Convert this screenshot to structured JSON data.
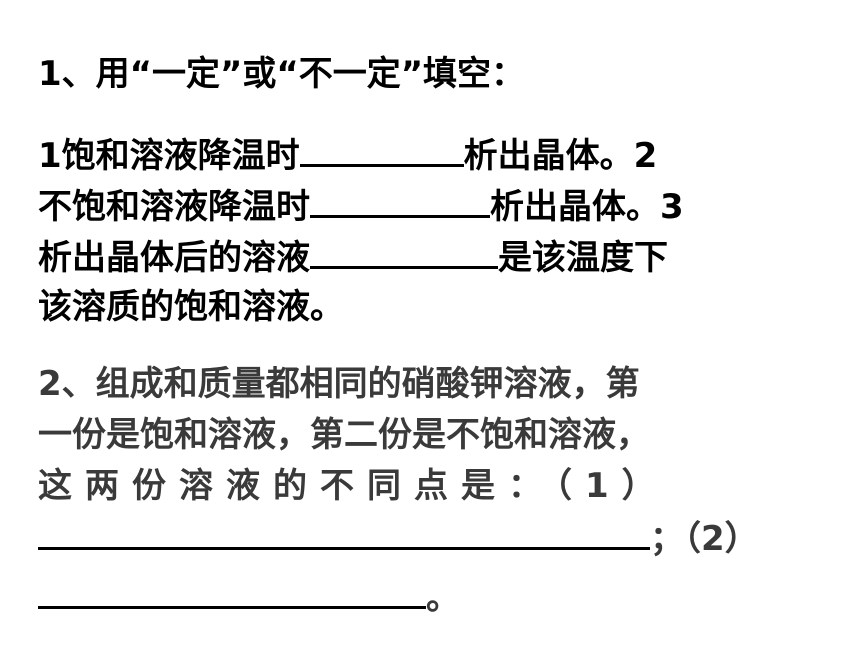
{
  "q1": {
    "heading": "1、用“一定”或“不一定”填空：",
    "line1_a": " 1饱和溶液降温时",
    "line1_b": "析出晶体。2",
    "line2_a": "不饱和溶液降温时",
    "line2_b": "析出晶体。3",
    "line3_a": "析出晶体后的溶液",
    "line3_b": "是该温度下",
    "line4": "该溶质的饱和溶液。"
  },
  "q2": {
    "line1": "2、组成和质量都相同的硝酸钾溶液，第",
    "line2": "一份是饱和溶液，第二份是不饱和溶液，",
    "line3": "这两份溶液的不同点是：（1）",
    "line4_end": "；（2）",
    "line5_end": "。"
  },
  "colors": {
    "text": "#000000",
    "q2_text": "#3a3a3a",
    "background": "#ffffff"
  }
}
